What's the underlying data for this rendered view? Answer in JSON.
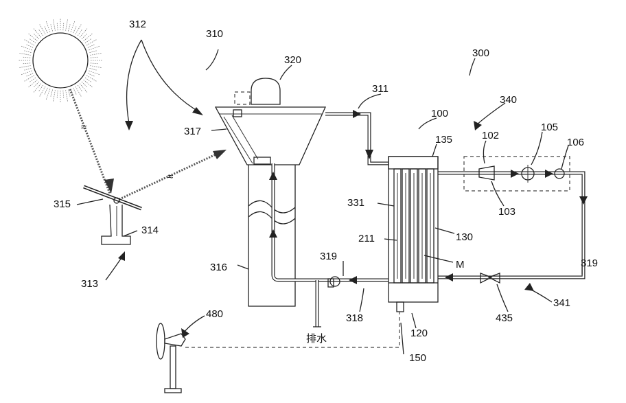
{
  "labels": {
    "l312": "312",
    "l310": "310",
    "l320": "320",
    "l311": "311",
    "l300": "300",
    "l100": "100",
    "l340": "340",
    "l135": "135",
    "l102": "102",
    "l105": "105",
    "l106": "106",
    "l317": "317",
    "l315": "315",
    "l314": "314",
    "l313": "313",
    "l103": "103",
    "l331": "331",
    "l130": "130",
    "l211": "211",
    "lM": "M",
    "l319a": "319",
    "l319b": "319",
    "l316": "316",
    "l318": "318",
    "l435": "435",
    "l341": "341",
    "l480": "480",
    "l120": "120",
    "l150": "150",
    "drain": "排水"
  },
  "colors": {
    "line": "#222222",
    "background": "#ffffff"
  }
}
